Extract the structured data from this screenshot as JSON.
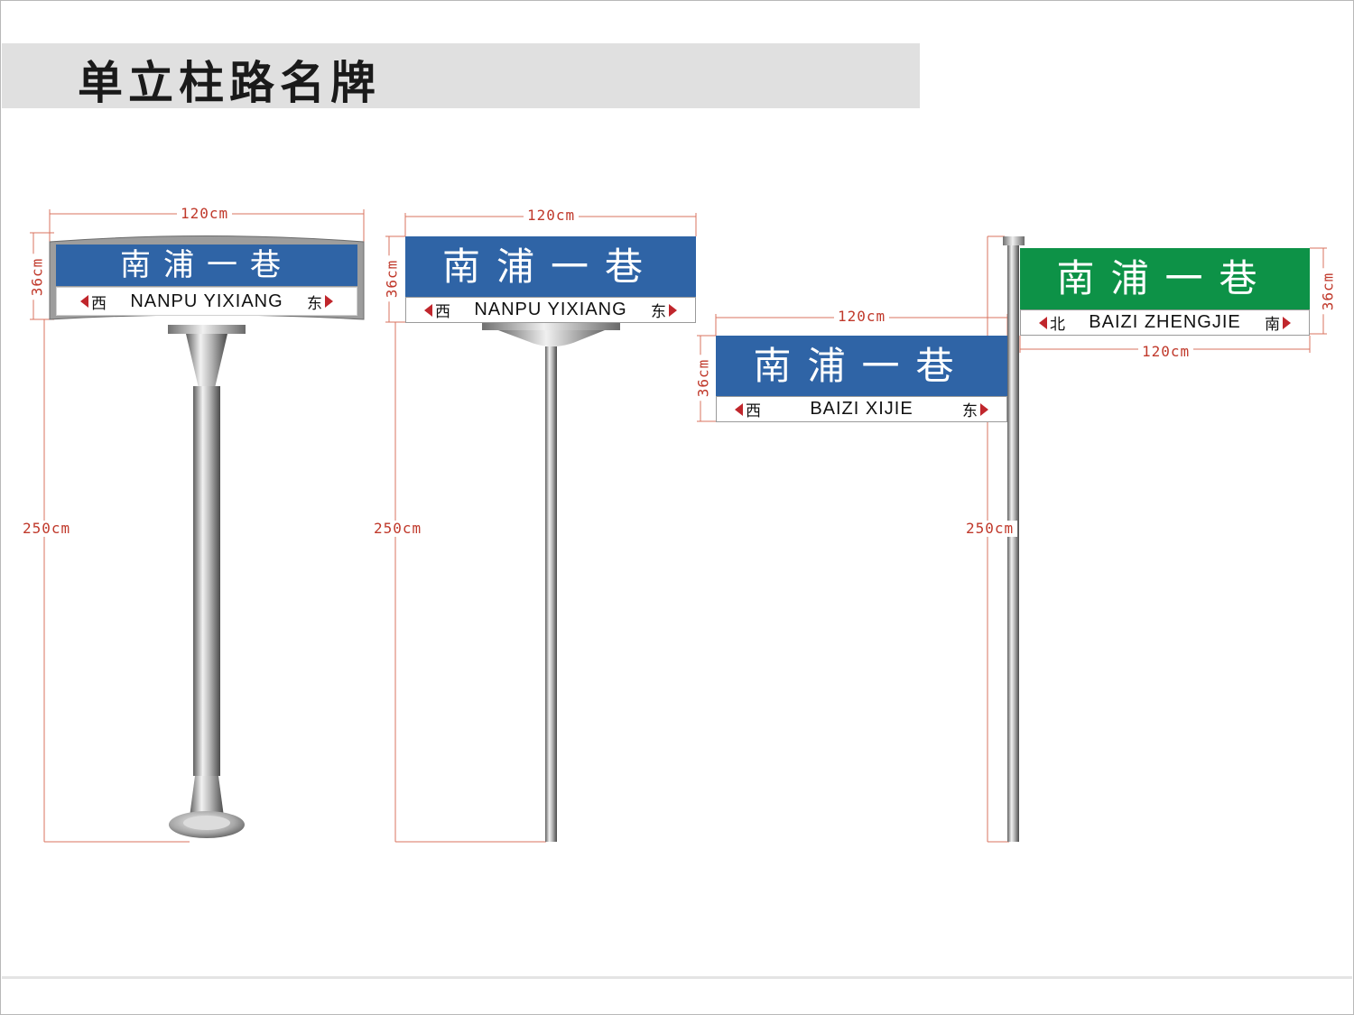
{
  "page": {
    "title": "单立柱路名牌"
  },
  "dimensions": {
    "width": "120cm",
    "height": "36cm",
    "pole": "250cm"
  },
  "signs": [
    {
      "name": "南浦一巷",
      "west_label": "西",
      "roman": "NANPU YIXIANG",
      "east_label": "东",
      "color": "#2f64a6"
    },
    {
      "name": "南浦一巷",
      "west_label": "西",
      "roman": "NANPU YIXIANG",
      "east_label": "东",
      "color": "#2f64a6"
    },
    {
      "name": "南浦一巷",
      "west_label": "西",
      "roman": "BAIZI XIJIE",
      "east_label": "东",
      "color": "#2f64a6"
    },
    {
      "name": "南浦一巷",
      "west_label": "北",
      "roman": "BAIZI ZHENGJIE",
      "east_label": "南",
      "color": "#0d9247"
    }
  ]
}
